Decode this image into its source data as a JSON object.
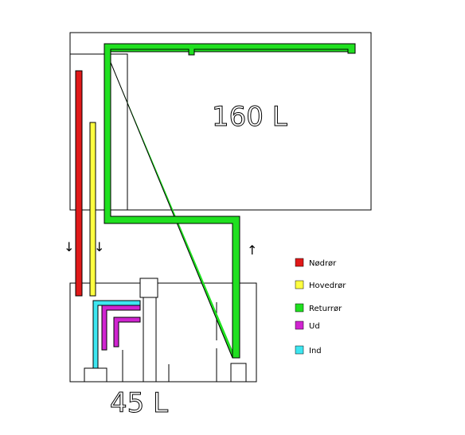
{
  "tanks": {
    "main": {
      "label": "160 L"
    },
    "sump": {
      "label": "45 L"
    }
  },
  "legend": [
    {
      "key": "nodror",
      "label": "Nødrør",
      "color": "#e01919"
    },
    {
      "key": "hovedror",
      "label": "Hovedrør",
      "color": "#ffff40"
    },
    {
      "key": "returror",
      "label": "Returrør",
      "color": "#20e020"
    },
    {
      "key": "ud",
      "label": "Ud",
      "color": "#d024d0"
    },
    {
      "key": "ind",
      "label": "Ind",
      "color": "#3de6f0"
    }
  ],
  "arrows": {
    "down_left": "↓",
    "down_right": "↓",
    "up": "↑"
  },
  "colors": {
    "outline": "#000000",
    "background": "#ffffff"
  }
}
